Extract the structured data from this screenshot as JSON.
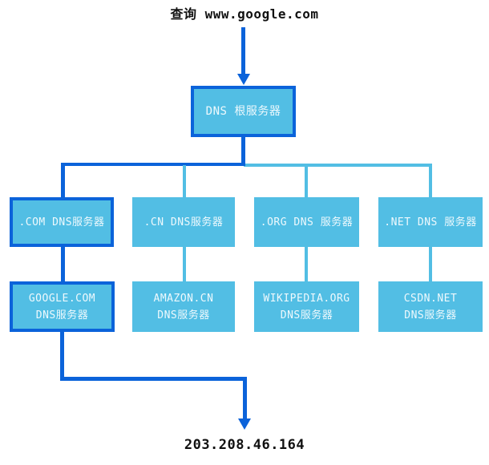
{
  "diagram": {
    "title": "查询 www.google.com",
    "root": {
      "label": "DNS 根服务器"
    },
    "tld_servers": [
      {
        "label": ".COM DNS服务器",
        "highlighted": true
      },
      {
        "label": ".CN DNS服务器",
        "highlighted": false
      },
      {
        "label": ".ORG DNS 服务器",
        "highlighted": false
      },
      {
        "label": ".NET DNS 服务器",
        "highlighted": false
      }
    ],
    "authoritative_servers": [
      {
        "line1": "GOOGLE.COM",
        "line2": "DNS服务器",
        "highlighted": true
      },
      {
        "line1": "AMAZON.CN",
        "line2": "DNS服务器",
        "highlighted": false
      },
      {
        "line1": "WIKIPEDIA.ORG",
        "line2": "DNS服务器",
        "highlighted": false
      },
      {
        "line1": "CSDN.NET",
        "line2": "DNS服务器",
        "highlighted": false
      }
    ],
    "result_ip": "203.208.46.164",
    "colors": {
      "highlight": "#0b63da",
      "node_fill": "#52bee4",
      "label_text": "#eef9fd",
      "text_dark": "#111111"
    }
  }
}
